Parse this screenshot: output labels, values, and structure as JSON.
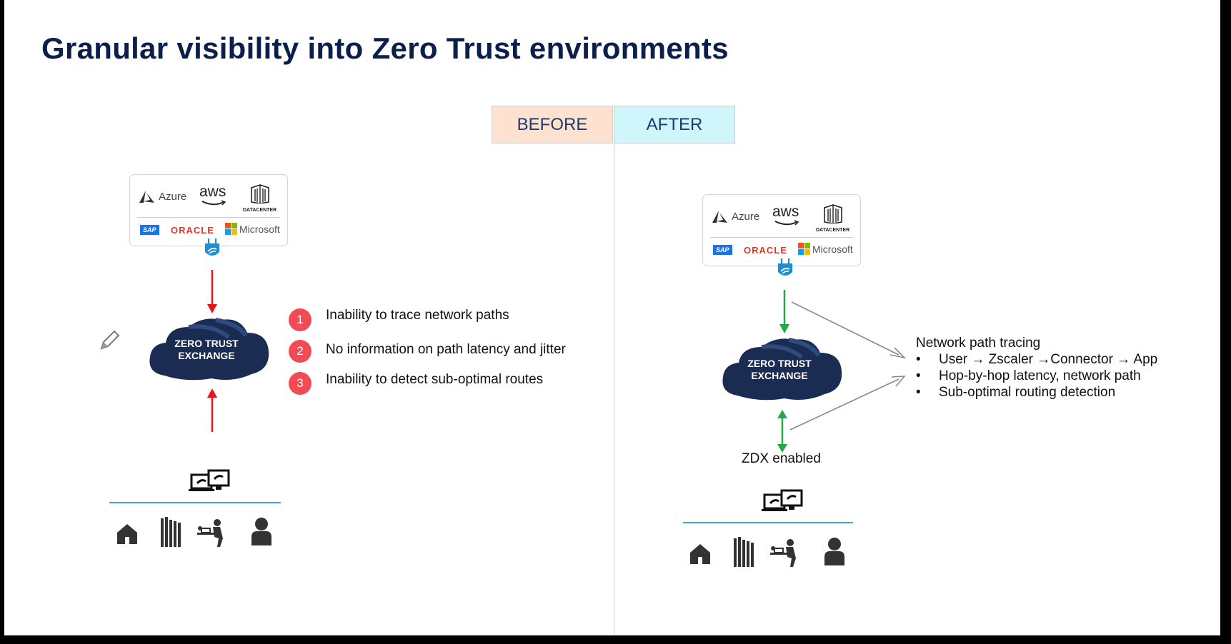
{
  "title": "Granular visibility into Zero Trust environments",
  "tabs": {
    "before": "BEFORE",
    "after": "AFTER"
  },
  "cloud_providers": {
    "azure": "Azure",
    "aws": "aws",
    "datacenter": "DATACENTER",
    "sap": "SAP",
    "oracle": "ORACLE",
    "microsoft": "Microsoft"
  },
  "exchange": {
    "line1": "ZERO TRUST",
    "line2": "EXCHANGE"
  },
  "before": {
    "issues": [
      {
        "num": "1",
        "text": "Inability to trace network paths"
      },
      {
        "num": "2",
        "text": "No information on path latency and jitter"
      },
      {
        "num": "3",
        "text": "Inability to detect sub-optimal routes"
      }
    ]
  },
  "after": {
    "zdx_label": "ZDX enabled",
    "heading": "Network path tracing",
    "bullet": "•",
    "bullets": [
      "User → Zscaler →Connector → App",
      "Hop-by-hop latency, network path",
      "Sub-optimal routing detection"
    ]
  },
  "colors": {
    "title": "#0b1f4d",
    "before_tab": "#fde3cf",
    "after_tab": "#cff7fb",
    "cloud": "#1b2c52",
    "before_arrow": "#e8141c",
    "after_arrow": "#22a845",
    "issue_badge": "#f24b55",
    "baseline": "#3aa6e6"
  },
  "icons": [
    "edit-pencil-icon",
    "azure-logo",
    "aws-logo",
    "datacenter-icon",
    "sap-logo",
    "oracle-logo",
    "microsoft-logo",
    "connector-plug-icon",
    "zero-trust-cloud",
    "endpoint-devices-icon",
    "home-icon",
    "office-building-icon",
    "remote-worker-icon",
    "user-icon"
  ]
}
